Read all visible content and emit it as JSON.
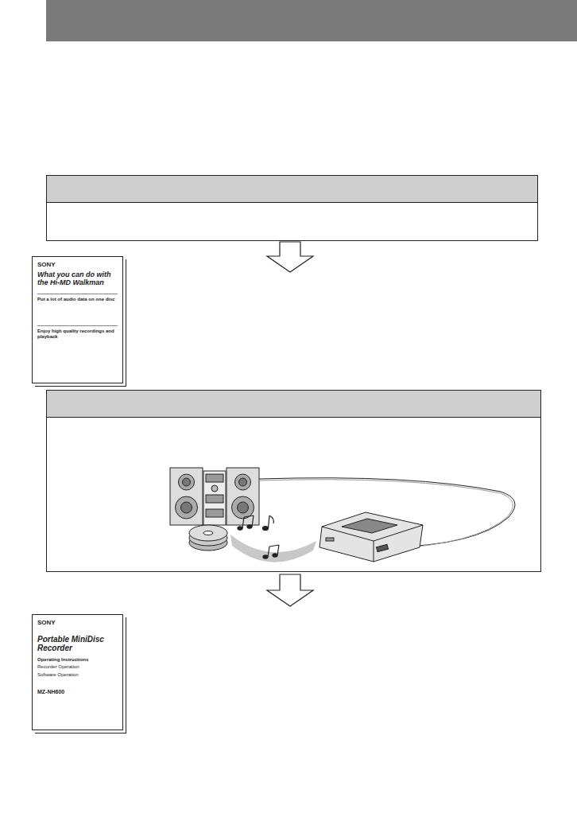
{
  "diagram": {
    "nodes": [
      {
        "text": [
          "SONY",
          "What you can do with the Hi-MD Walkman",
          "Put a lot of audio data on one disc",
          "Enjoy high quality recordings and playback"
        ]
      },
      {
        "text": [
          "SONY",
          "Portable MiniDisc Recorder",
          "Operating Instructions",
          "Recorder Operation",
          "Software Operation",
          "MZ-NH600"
        ]
      }
    ]
  }
}
